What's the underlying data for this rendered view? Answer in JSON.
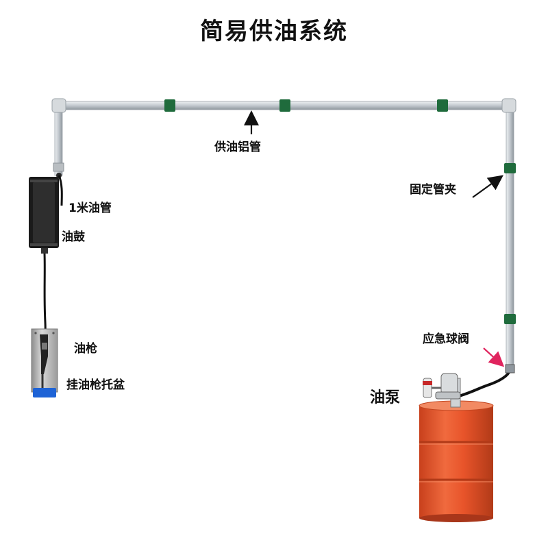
{
  "title": "简易供油系统",
  "labels": {
    "aluminum_pipe": "供油铝管",
    "pipe_clamp": "固定管夹",
    "hose_1m": "1米油管",
    "oil_drum_reel": "油鼓",
    "oil_gun": "油枪",
    "gun_tray": "挂油枪托盆",
    "emergency_ball_valve": "应急球阀",
    "oil_pump": "油泵"
  },
  "colors": {
    "pipe": "#c9ced3",
    "clamp": "#1f6b3c",
    "reel": "#1a1a1a",
    "hose": "#111111",
    "tray": "#b8b8b8",
    "tray_base": "#1e63d6",
    "barrel": "#e8542a",
    "arrow_red": "#e0245e",
    "arrow_black": "#111111"
  }
}
